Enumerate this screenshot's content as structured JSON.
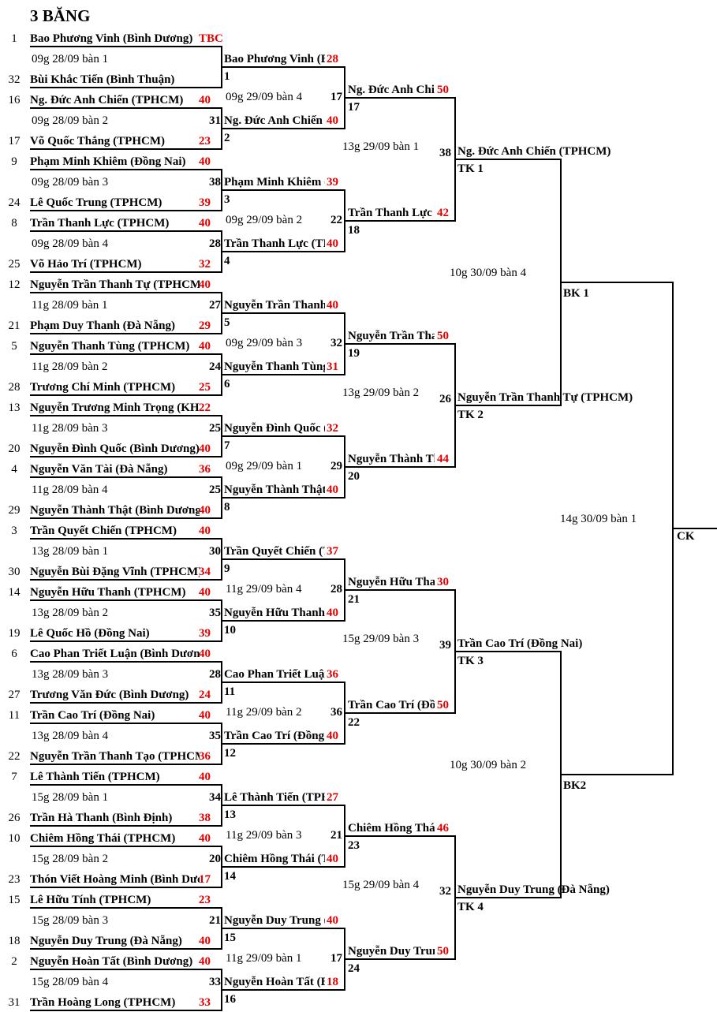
{
  "title": "3 BĂNG",
  "colors": {
    "score": "#e00000",
    "text": "#000000",
    "lines": "#000000"
  },
  "round1": [
    {
      "seed": "1",
      "name": "Bao Phương Vinh (Bình Dương)",
      "score": "TBC"
    },
    {
      "seed": "32",
      "name": "Bùi Khắc Tiến (Bình Thuận)",
      "score": ""
    },
    {
      "seed": "16",
      "name": "Ng. Đức Anh Chiến (TPHCM)",
      "score": "40"
    },
    {
      "seed": "17",
      "name": "Võ Quốc Thắng (TPHCM)",
      "score": "23"
    },
    {
      "seed": "9",
      "name": "Phạm Minh Khiêm (Đồng Nai)",
      "score": "40"
    },
    {
      "seed": "24",
      "name": "Lê Quốc Trung (TPHCM)",
      "score": "39"
    },
    {
      "seed": "8",
      "name": "Trần Thanh Lực (TPHCM)",
      "score": "40"
    },
    {
      "seed": "25",
      "name": "Võ Hảo Trí (TPHCM)",
      "score": "32"
    },
    {
      "seed": "12",
      "name": "Nguyễn Trần Thanh Tự (TPHCM)",
      "score": "40"
    },
    {
      "seed": "21",
      "name": "Phạm Duy Thanh (Đà Nẵng)",
      "score": "29"
    },
    {
      "seed": "5",
      "name": "Nguyễn Thanh Tùng (TPHCM)",
      "score": "40"
    },
    {
      "seed": "28",
      "name": "Trương Chí Minh (TPHCM)",
      "score": "25"
    },
    {
      "seed": "13",
      "name": "Nguyễn Trương Minh Trọng (KH)",
      "score": "22"
    },
    {
      "seed": "20",
      "name": "Nguyễn Đình Quốc (Bình Dương)",
      "score": "40"
    },
    {
      "seed": "4",
      "name": "Nguyễn Văn Tài (Đà Nẵng)",
      "score": "36"
    },
    {
      "seed": "29",
      "name": "Nguyễn Thành Thật (Bình Dương)",
      "score": "40"
    },
    {
      "seed": "3",
      "name": "Trần Quyết Chiến (TPHCM)",
      "score": "40"
    },
    {
      "seed": "30",
      "name": "Nguyễn Bùi Đặng Vĩnh (TPHCM)",
      "score": "34"
    },
    {
      "seed": "14",
      "name": "Nguyễn Hữu Thanh (TPHCM)",
      "score": "40"
    },
    {
      "seed": "19",
      "name": "Lê Quốc Hồ (Đồng Nai)",
      "score": "39"
    },
    {
      "seed": "6",
      "name": "Cao Phan Triết Luận (Bình Dương)",
      "score": "40"
    },
    {
      "seed": "27",
      "name": "Trương Văn Đức (Bình Dương)",
      "score": "24"
    },
    {
      "seed": "11",
      "name": "Trần Cao Trí (Đồng Nai)",
      "score": "40"
    },
    {
      "seed": "22",
      "name": "Nguyễn Trần Thanh Tạo (TPHCM)",
      "score": "36"
    },
    {
      "seed": "7",
      "name": "Lê Thành Tiến (TPHCM)",
      "score": "40"
    },
    {
      "seed": "26",
      "name": "Trần Hà Thanh (Bình Định)",
      "score": "38"
    },
    {
      "seed": "10",
      "name": "Chiêm Hồng Thái (TPHCM)",
      "score": "40"
    },
    {
      "seed": "23",
      "name": "Thón Viết Hoàng Minh (Bình Dương)",
      "score": "17"
    },
    {
      "seed": "15",
      "name": "Lê Hữu Tính (TPHCM)",
      "score": "23"
    },
    {
      "seed": "18",
      "name": "Nguyễn Duy Trung (Đà Nẵng)",
      "score": "40"
    },
    {
      "seed": "2",
      "name": "Nguyễn Hoàn Tất (Bình Dương)",
      "score": "40"
    },
    {
      "seed": "31",
      "name": "Trần Hoàng Long (TPHCM)",
      "score": "33"
    }
  ],
  "round1_matches": [
    {
      "schedule": "09g 28/09 bàn 1",
      "match_no": ""
    },
    {
      "schedule": "09g 28/09 bàn 2",
      "match_no": "31"
    },
    {
      "schedule": "09g 28/09 bàn 3",
      "match_no": "38"
    },
    {
      "schedule": "09g 28/09 bàn 4",
      "match_no": "28"
    },
    {
      "schedule": "11g 28/09 bàn 1",
      "match_no": "27"
    },
    {
      "schedule": "11g 28/09 bàn 2",
      "match_no": "24"
    },
    {
      "schedule": "11g 28/09 bàn 3",
      "match_no": "25"
    },
    {
      "schedule": "11g 28/09 bàn 4",
      "match_no": "25"
    },
    {
      "schedule": "13g 28/09 bàn 1",
      "match_no": "30"
    },
    {
      "schedule": "13g 28/09 bàn 2",
      "match_no": "35"
    },
    {
      "schedule": "13g 28/09 bàn 3",
      "match_no": "28"
    },
    {
      "schedule": "13g 28/09 bàn 4",
      "match_no": "35"
    },
    {
      "schedule": "15g 28/09 bàn 1",
      "match_no": "34"
    },
    {
      "schedule": "15g 28/09 bàn 2",
      "match_no": "20"
    },
    {
      "schedule": "15g 28/09 bàn 3",
      "match_no": "21"
    },
    {
      "schedule": "15g 28/09 bàn 4",
      "match_no": "33"
    }
  ],
  "round2": [
    {
      "name": "Bao Phương Vinh (Bình Dương)",
      "score": "28",
      "match_label": "1"
    },
    {
      "name": "Ng. Đức Anh Chiến (TPHCM)",
      "score": "40",
      "match_label": "2"
    },
    {
      "name": "Phạm Minh Khiêm (Đồng Nai)",
      "score": "39",
      "match_label": "3"
    },
    {
      "name": "Trần Thanh Lực (TPHCM)",
      "score": "40",
      "match_label": "4"
    },
    {
      "name": "Nguyễn Trần Thanh Tự (TPHCM)",
      "score": "40",
      "match_label": "5"
    },
    {
      "name": "Nguyễn Thanh Tùng (TPHCM)",
      "score": "31",
      "match_label": "6"
    },
    {
      "name": "Nguyễn Đình Quốc (Bình Dương)",
      "score": "32",
      "match_label": "7"
    },
    {
      "name": "Nguyễn Thành Thật (Bình Dương)",
      "score": "40",
      "match_label": "8"
    },
    {
      "name": "Trần Quyết Chiến (TPHCM)",
      "score": "37",
      "match_label": "9"
    },
    {
      "name": "Nguyễn Hữu Thanh (TPHCM)",
      "score": "40",
      "match_label": "10"
    },
    {
      "name": "Cao Phan Triết Luận (Bình Dương)",
      "score": "36",
      "match_label": "11"
    },
    {
      "name": "Trần Cao Trí (Đồng Nai)",
      "score": "40",
      "match_label": "12"
    },
    {
      "name": "Lê Thành Tiến (TPHCM)",
      "score": "27",
      "match_label": "13"
    },
    {
      "name": "Chiêm Hồng Thái (TPHCM)",
      "score": "40",
      "match_label": "14"
    },
    {
      "name": "Nguyễn Duy Trung (Đà Nẵng)",
      "score": "40",
      "match_label": "15"
    },
    {
      "name": "Nguyễn Hoàn Tất (Bình Dương)",
      "score": "18",
      "match_label": "16"
    }
  ],
  "round2_matches": [
    {
      "schedule": "09g 29/09 bàn 4",
      "match_no": "17"
    },
    {
      "schedule": "09g 29/09 bàn 2",
      "match_no": "22"
    },
    {
      "schedule": "09g 29/09 bàn 3",
      "match_no": "32"
    },
    {
      "schedule": "09g 29/09 bàn 1",
      "match_no": "29"
    },
    {
      "schedule": "11g 29/09 bàn 4",
      "match_no": "28"
    },
    {
      "schedule": "11g 29/09 bàn 2",
      "match_no": "36"
    },
    {
      "schedule": "11g 29/09 bàn 3",
      "match_no": "21"
    },
    {
      "schedule": "11g 29/09 bàn 1",
      "match_no": "17"
    }
  ],
  "round3": [
    {
      "name": "Ng. Đức Anh Chiến (TPHCM)",
      "score": "50",
      "match_label": "17"
    },
    {
      "name": "Trần Thanh Lực (TPHCM)",
      "score": "42",
      "match_label": "18"
    },
    {
      "name": "Nguyễn Trần Thanh Tự (TPHCM)",
      "score": "50",
      "match_label": "19"
    },
    {
      "name": "Nguyễn Thành Thật (Bình Dương)",
      "score": "44",
      "match_label": "20"
    },
    {
      "name": "Nguyễn Hữu Thanh (TPHCM)",
      "score": "30",
      "match_label": "21"
    },
    {
      "name": "Trần Cao Trí (Đồng Nai)",
      "score": "50",
      "match_label": "22"
    },
    {
      "name": "Chiêm Hồng Thái (TPHCM)",
      "score": "46",
      "match_label": "23"
    },
    {
      "name": "Nguyễn Duy Trung (Đà Nẵng)",
      "score": "50",
      "match_label": "24"
    }
  ],
  "round3_matches": [
    {
      "schedule": "13g 29/09 bàn 1",
      "match_no": "38"
    },
    {
      "schedule": "13g 29/09 bàn 2",
      "match_no": "26"
    },
    {
      "schedule": "15g 29/09 bàn 3",
      "match_no": "39"
    },
    {
      "schedule": "15g 29/09 bàn 4",
      "match_no": "32"
    }
  ],
  "quarterfinals": [
    {
      "name": "Ng. Đức Anh Chiến (TPHCM)",
      "label": "TK 1"
    },
    {
      "name": "Nguyễn Trần Thanh Tự (TPHCM)",
      "label": "TK 2"
    },
    {
      "name": "Trần Cao Trí (Đồng Nai)",
      "label": "TK 3"
    },
    {
      "name": "Nguyễn Duy Trung (Đà Nẵng)",
      "label": "TK 4"
    }
  ],
  "semifinals": [
    {
      "schedule": "10g 30/09 bàn 4",
      "label": "BK 1"
    },
    {
      "schedule": "10g 30/09 bàn 2",
      "label": "BK2"
    }
  ],
  "final": {
    "schedule": "14g 30/09 bàn 1",
    "label": "CK"
  }
}
